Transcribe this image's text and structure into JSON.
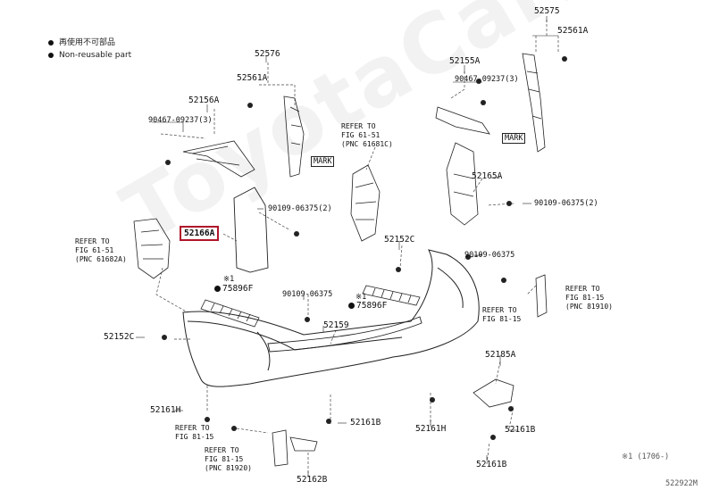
{
  "legend": {
    "items": [
      {
        "symbol": "black-dot",
        "text": "再使用不可部品"
      },
      {
        "symbol": "black-dot",
        "text": "Non-reusable part"
      }
    ]
  },
  "watermark": "ToyotaCarMe.ru",
  "highlight_color": "#b0142a",
  "selected_part": "52166A",
  "labels": {
    "p52575": "52575",
    "p52561A_tr": "52561A",
    "p52155A": "52155A",
    "p90467_r": "90467-09237(3)",
    "mark_r": "MARK",
    "p52576": "52576",
    "p52561A_l": "52561A",
    "mark_l": "MARK",
    "p52156A": "52156A",
    "p90467_l": "90467-09237(3)",
    "refer_6151c": "REFER TO\nFIG 61-51\n(PNC 61681C)",
    "p52165A": "52165A",
    "p90109_r": "90109-06375(2)",
    "p90109_l": "90109-06375(2)",
    "p52166A": "52166A",
    "refer_6151a": "REFER TO\nFIG 61-51\n(PNC 61682A)",
    "p52152C_c": "52152C",
    "p90109_c": "90109-06375",
    "p75896F_l": "75896F",
    "p75896F_c": "75896F",
    "asterisk_l": "※1",
    "asterisk_c": "※1",
    "p90109_cl": "90109-06375",
    "refer_8115a": "REFER TO\nFIG 81-15\n(PNC 81910)",
    "refer_8115b": "REFER TO\nFIG 81-15",
    "p52159": "52159",
    "p52152C_l": "52152C",
    "p52185A": "52185A",
    "p52161H_l": "52161H",
    "p52161B_c": "52161B",
    "p52161H_r": "52161H",
    "p52161B_r": "52161B",
    "refer_8115c": "REFER TO\nFIG 81-15",
    "refer_8115d": "REFER TO\nFIG 81-15\n(PNC 81920)",
    "p52161B_b": "52161B",
    "p52162B": "52162B",
    "footnote": "※1 (1706-)",
    "diagram_code": "522922M"
  }
}
